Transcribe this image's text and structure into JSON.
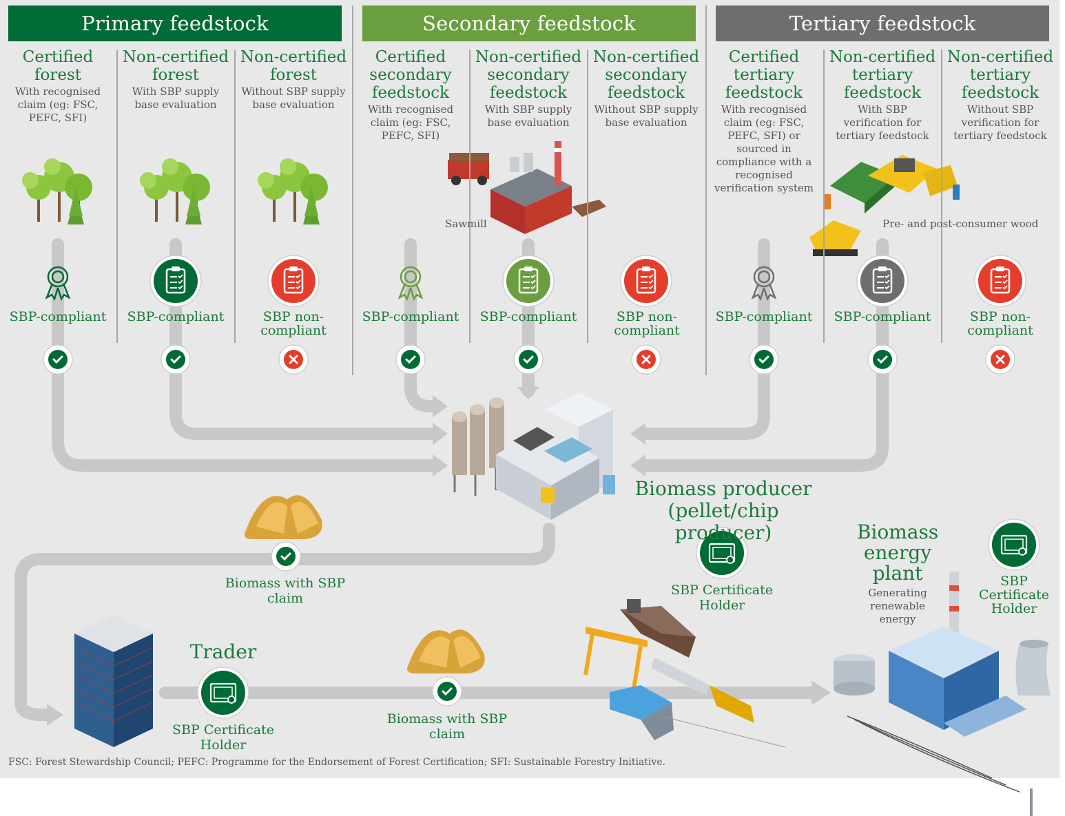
{
  "colors": {
    "primary": "#006b35",
    "secondary": "#6a9e3f",
    "tertiary": "#6e6e6e",
    "green_text": "#1a7a3a",
    "red": "#e53d2b"
  },
  "headers": {
    "primary": "Primary feedstock",
    "secondary": "Secondary feedstock",
    "tertiary": "Tertiary feedstock"
  },
  "columns": [
    {
      "title": "Certified forest",
      "sub": "With recognised claim (eg: FSC, PEFC, SFI)",
      "status": "SBP-compliant",
      "icon": "award-ribbon-icon"
    },
    {
      "title": "Non-certified forest",
      "sub": "With SBP supply base evaluation",
      "status": "SBP-compliant",
      "icon": "clipboard-checklist-icon"
    },
    {
      "title": "Non-certified forest",
      "sub": "Without SBP supply base evaluation",
      "status": "SBP non-compliant",
      "icon": "clipboard-checklist-icon"
    },
    {
      "title": "Certified secondary feedstock",
      "sub": "With recognised claim (eg: FSC, PEFC, SFI)",
      "status": "SBP-compliant",
      "icon": "award-ribbon-icon"
    },
    {
      "title": "Non-certified secondary feedstock",
      "sub": "With SBP supply base evaluation",
      "status": "SBP-compliant",
      "icon": "clipboard-checklist-icon"
    },
    {
      "title": "Non-certified secondary feedstock",
      "sub": "Without SBP supply base evaluation",
      "status": "SBP non-compliant",
      "icon": "clipboard-checklist-icon"
    },
    {
      "title": "Certified tertiary feedstock",
      "sub": "With recognised claim (eg: FSC, PEFC, SFI) or sourced in compliance with a recognised verification system",
      "status": "SBP-compliant",
      "icon": "award-ribbon-icon"
    },
    {
      "title": "Non-certified tertiary feedstock",
      "sub": "With SBP verification for tertiary feedstock",
      "status": "SBP-compliant",
      "icon": "clipboard-checklist-icon"
    },
    {
      "title": "Non-certified tertiary feedstock",
      "sub": "Without SBP verification for tertiary feedstock",
      "status": "SBP non-compliant",
      "icon": "clipboard-checklist-icon"
    }
  ],
  "labels": {
    "sawmill": "Sawmill",
    "consumer_wood": "Pre- and post-consumer wood",
    "producer_line1": "Biomass producer",
    "producer_line2": "(pellet/chip producer)",
    "producer_cert": "SBP Certificate Holder",
    "biomass_claim_1": "Biomass with SBP claim",
    "trader": "Trader",
    "trader_cert": "SBP Certificate Holder",
    "biomass_claim_2": "Biomass with SBP claim",
    "plant_line1": "Biomass",
    "plant_line2": "energy",
    "plant_line3": "plant",
    "plant_sub": "Generating renewable energy",
    "plant_cert_line1": "SBP",
    "plant_cert_line2": "Certificate",
    "plant_cert_line3": "Holder"
  },
  "footnote": "FSC: Forest Stewardship Council; PEFC: Programme for the Endorsement of Forest Certification; SFI: Sustainable Forestry Initiative."
}
